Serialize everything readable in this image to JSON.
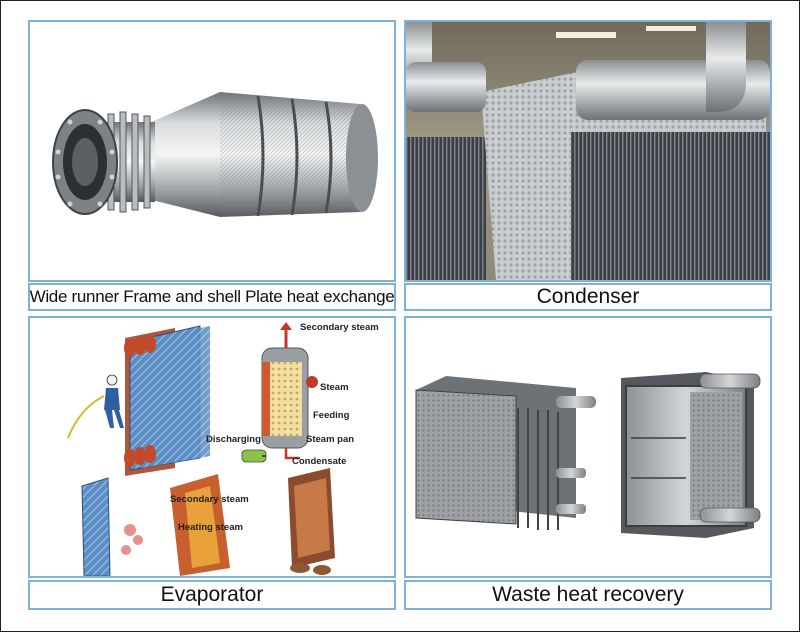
{
  "captions": {
    "top_left": "Wide runner Frame and shell Plate heat exchange",
    "top_right": "Condenser",
    "bottom_left": "Evaporator",
    "bottom_right": "Waste heat recovery"
  },
  "evaporator_labels": {
    "secondary_steam": "Secondary steam",
    "steam": "Steam",
    "feeding": "Feeding",
    "discharging": "Discharging",
    "steam_pan": "Steam pan",
    "condensate": "Condensate",
    "secondary_steam_2": "Secondary steam",
    "heating_steam": "Heating steam"
  }
}
